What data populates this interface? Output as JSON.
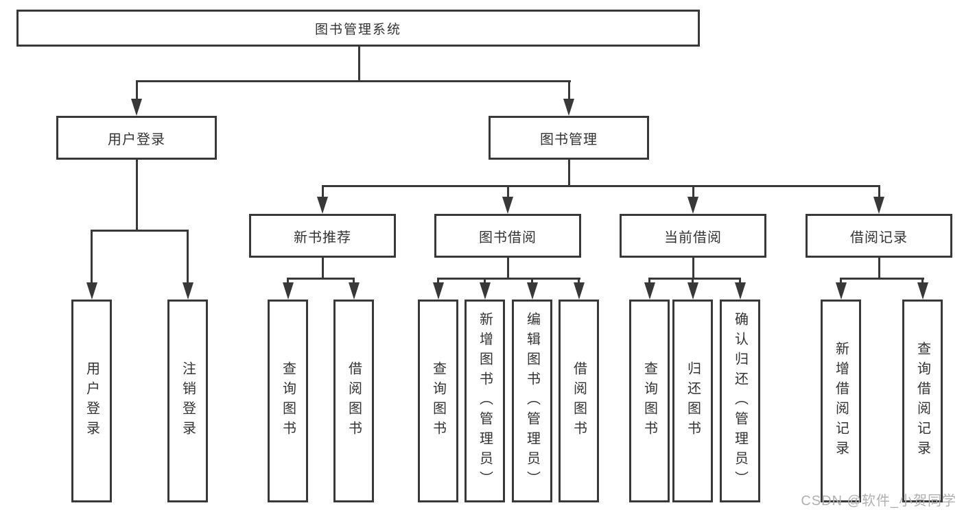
{
  "diagram_title": "图书管理系统",
  "colors": {
    "line": "#383838",
    "box_border": "#383838",
    "text": "#333333",
    "background": "#ffffff",
    "watermark": "#b0b0b0"
  },
  "tree": {
    "label": "图书管理系统",
    "children": [
      {
        "label": "用户登录",
        "children": [
          {
            "label": "用户登录"
          },
          {
            "label": "注销登录"
          }
        ]
      },
      {
        "label": "图书管理",
        "children": [
          {
            "label": "新书推荐",
            "children": [
              {
                "label": "查询图书"
              },
              {
                "label": "借阅图书"
              }
            ]
          },
          {
            "label": "图书借阅",
            "children": [
              {
                "label": "查询图书"
              },
              {
                "label": "新增图书（管理员）"
              },
              {
                "label": "编辑图书（管理员）"
              },
              {
                "label": "借阅图书"
              }
            ]
          },
          {
            "label": "当前借阅",
            "children": [
              {
                "label": "查询图书"
              },
              {
                "label": "归还图书"
              },
              {
                "label": "确认归还（管理员）"
              }
            ]
          },
          {
            "label": "借阅记录",
            "children": [
              {
                "label": "新增借阅记录"
              },
              {
                "label": "查询借阅记录"
              }
            ]
          }
        ]
      }
    ]
  },
  "watermark": {
    "text": "CSDN @软件_小贺同学"
  }
}
